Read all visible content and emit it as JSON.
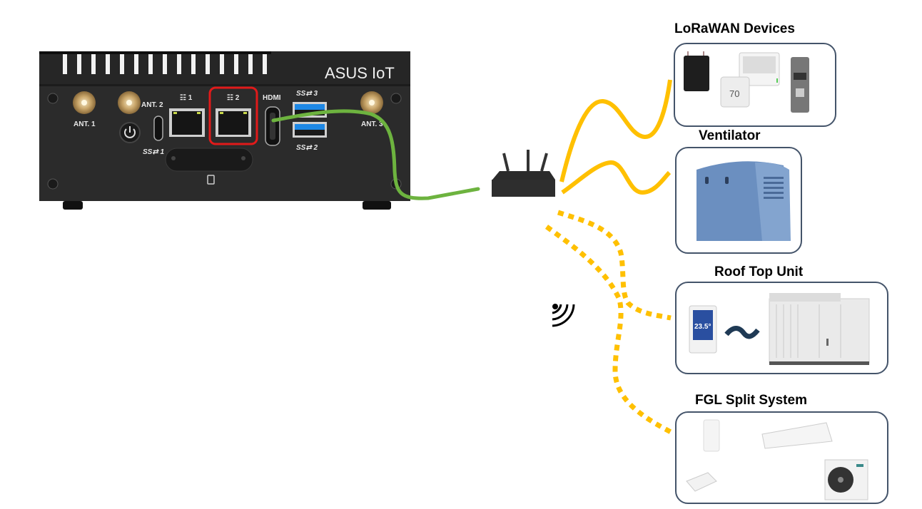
{
  "gateway": {
    "brand": "ASUS IoT",
    "ports": {
      "ant1": "ANT. 1",
      "ant2": "ANT. 2",
      "ant3": "ANT. 3",
      "lan1": "1",
      "lan2": "2",
      "hdmi": "HDMI",
      "usb1": "1",
      "usb2": "2",
      "usb3": "3",
      "usb_prefix": "SS⇄"
    },
    "highlighted_port": "lan2",
    "highlight_color": "#e11a1a"
  },
  "connections": {
    "ethernet_color": "#6db33f",
    "wireless_color": "#ffc000"
  },
  "devices": [
    {
      "id": "lorawan",
      "title": "LoRaWAN Devices",
      "link": "wireless-solid"
    },
    {
      "id": "ventilator",
      "title": "Ventilator",
      "link": "wireless-solid"
    },
    {
      "id": "rtu",
      "title": "Roof Top Unit",
      "link": "wireless-dotted"
    },
    {
      "id": "fgl",
      "title": "FGL Split System",
      "link": "wireless-dotted"
    }
  ],
  "rtu_thermostat_reading": "23.5°",
  "lorawan_thermostat_reading": "70"
}
